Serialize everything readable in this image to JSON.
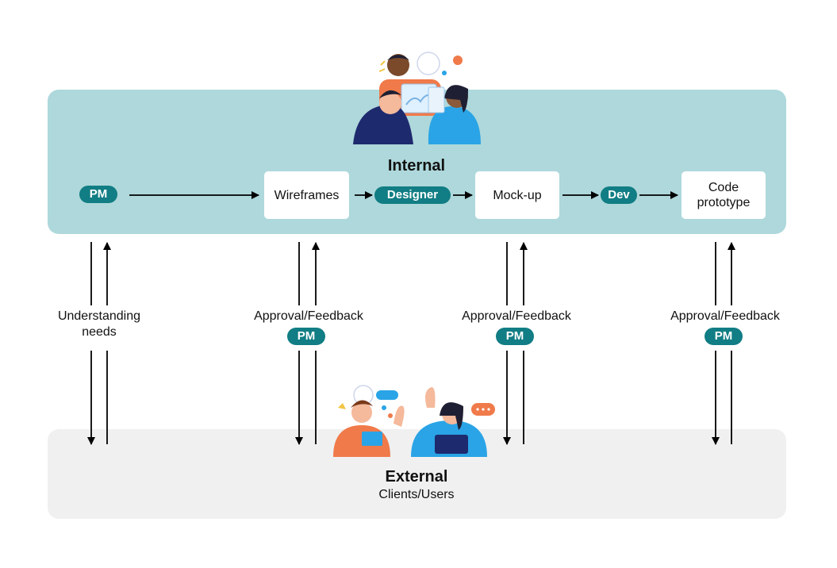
{
  "internal": {
    "title": "Internal",
    "pm_label": "PM",
    "designer_label": "Designer",
    "dev_label": "Dev",
    "stages": [
      "Wireframes",
      "Mock-up",
      "Code prototype"
    ]
  },
  "external": {
    "title": "External",
    "subtitle": "Clients/Users"
  },
  "feedback": {
    "understanding": "Understanding needs",
    "approval": "Approval/Feedback",
    "pm_label": "PM"
  },
  "colors": {
    "internal_bg": "#aed8db",
    "external_bg": "#f0f0f0",
    "pill": "#117d84"
  }
}
